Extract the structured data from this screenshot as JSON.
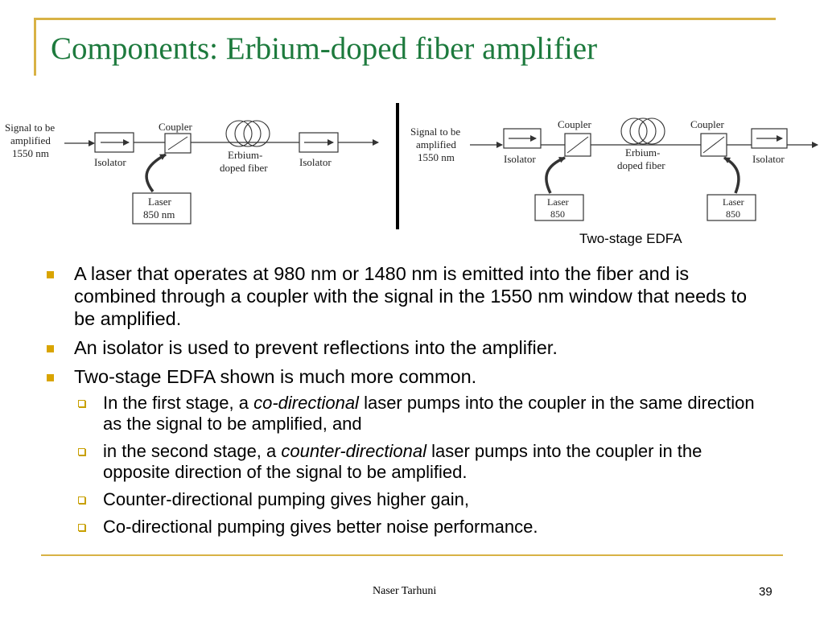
{
  "title": "Components: Erbium-doped fiber amplifier",
  "diagram_left": {
    "signal_line1": "Signal to be",
    "signal_line2": "amplified",
    "signal_line3": "1550 nm",
    "isolator1": "Isolator",
    "coupler": "Coupler",
    "fiber_line1": "Erbium-",
    "fiber_line2": "doped fiber",
    "isolator2": "Isolator",
    "laser_line1": "Laser",
    "laser_line2": "850 nm"
  },
  "diagram_right": {
    "signal_line1": "Signal to be",
    "signal_line2": "amplified",
    "signal_line3": "1550 nm",
    "isolator1": "Isolator",
    "coupler1": "Coupler",
    "fiber_line1": "Erbium-",
    "fiber_line2": "doped fiber",
    "coupler2": "Coupler",
    "isolator2": "Isolator",
    "laser1_line1": "Laser",
    "laser1_line2": "850",
    "laser2_line1": "Laser",
    "laser2_line2": "850"
  },
  "caption": "Two-stage EDFA",
  "bullets": {
    "b1": "A laser that operates at 980 nm or 1480 nm is emitted into the fiber and is combined through a coupler with the signal in the 1550 nm window that needs to be amplified.",
    "b2": "An isolator is used to prevent reflections into the amplifier.",
    "b3": "Two-stage EDFA shown is much more common.",
    "s1_pre": "In the first stage, a ",
    "s1_em": "co-directional",
    "s1_post": " laser pumps into the coupler in the same direction as the signal to be amplified, and",
    "s2_pre": "in the second stage, a ",
    "s2_em": "counter-directional",
    "s2_post": " laser pumps into the coupler in the opposite direction of the signal to be amplified.",
    "s3": "Counter-directional pumping gives higher gain,",
    "s4": "Co-directional pumping gives better noise performance."
  },
  "footer": {
    "author": "Naser Tarhuni",
    "page": "39"
  },
  "colors": {
    "title": "#1d7a3d",
    "accent_rule": "#d8b245",
    "bullet": "#d9a400"
  }
}
